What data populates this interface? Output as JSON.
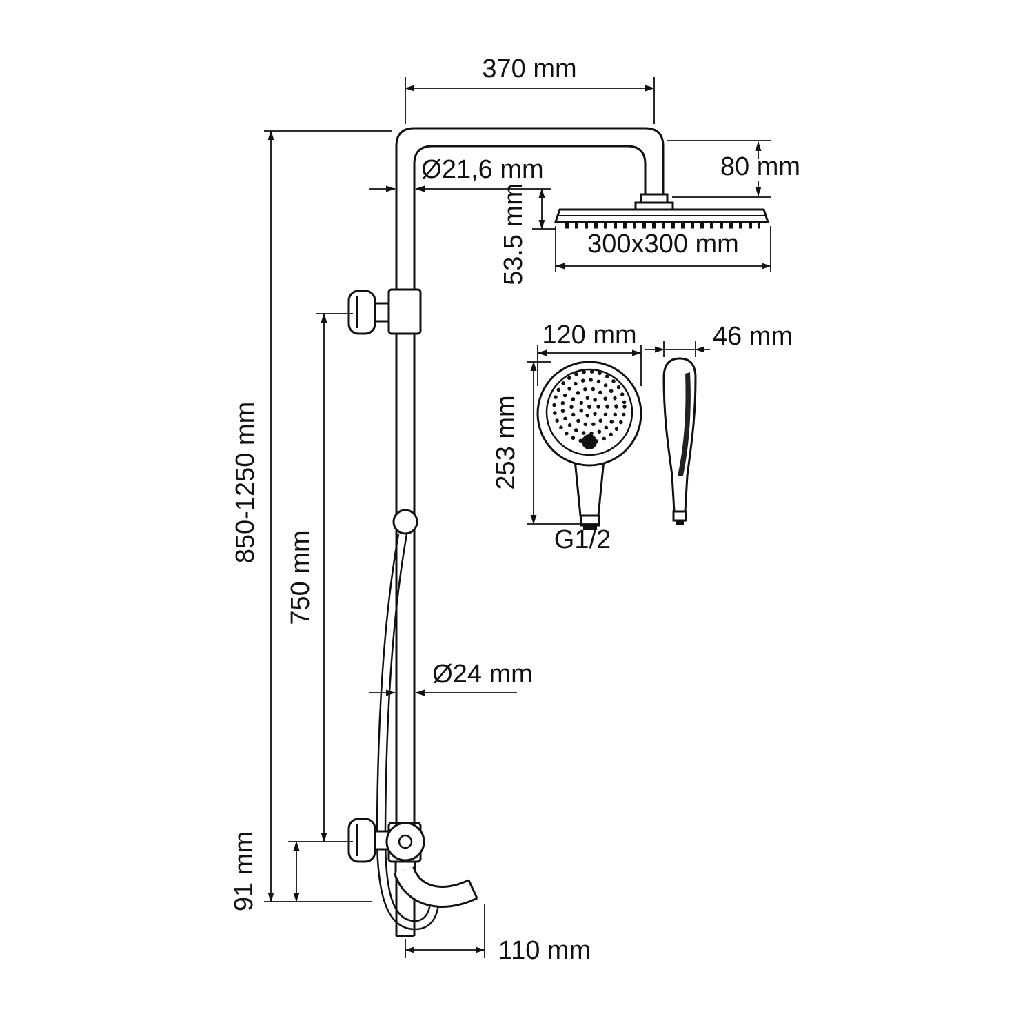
{
  "drawing": {
    "type": "technical-dimension-drawing",
    "subject": "shower-column-system",
    "colors": {
      "line": "#111111",
      "background": "#ffffff"
    },
    "dimensions": {
      "arm_width": "370 mm",
      "arm_drop": "80 mm",
      "riser_diameter": "Ø21,6 mm",
      "head_thickness": "53.5 mm",
      "head_size": "300x300 mm",
      "handshower_width": "120 mm",
      "handshower_side_width": "46 mm",
      "handshower_height": "253 mm",
      "hose_thread": "G1/2",
      "column_height": "850-1250 mm",
      "bracket_span": "750 mm",
      "lower_pipe_diameter": "Ø24 mm",
      "spout_drop": "91 mm",
      "spout_reach": "110 mm"
    }
  }
}
